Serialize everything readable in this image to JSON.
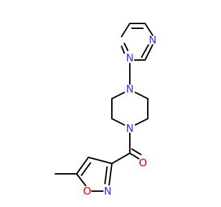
{
  "molecule": {
    "atoms": {
      "pyrimidine_n1": {
        "symbol": "N",
        "color": "#3333ff"
      },
      "pyrimidine_n3": {
        "symbol": "N",
        "color": "#3333ff"
      },
      "piperazine_n_top": {
        "symbol": "N",
        "color": "#3333ff"
      },
      "piperazine_n_bottom": {
        "symbol": "N",
        "color": "#3333ff"
      },
      "carbonyl_o": {
        "symbol": "O",
        "color": "#ff0000"
      },
      "isoxazole_n": {
        "symbol": "N",
        "color": "#3333ff"
      },
      "isoxazole_o": {
        "symbol": "O",
        "color": "#ff0000"
      }
    },
    "bond_color": "#000000"
  }
}
